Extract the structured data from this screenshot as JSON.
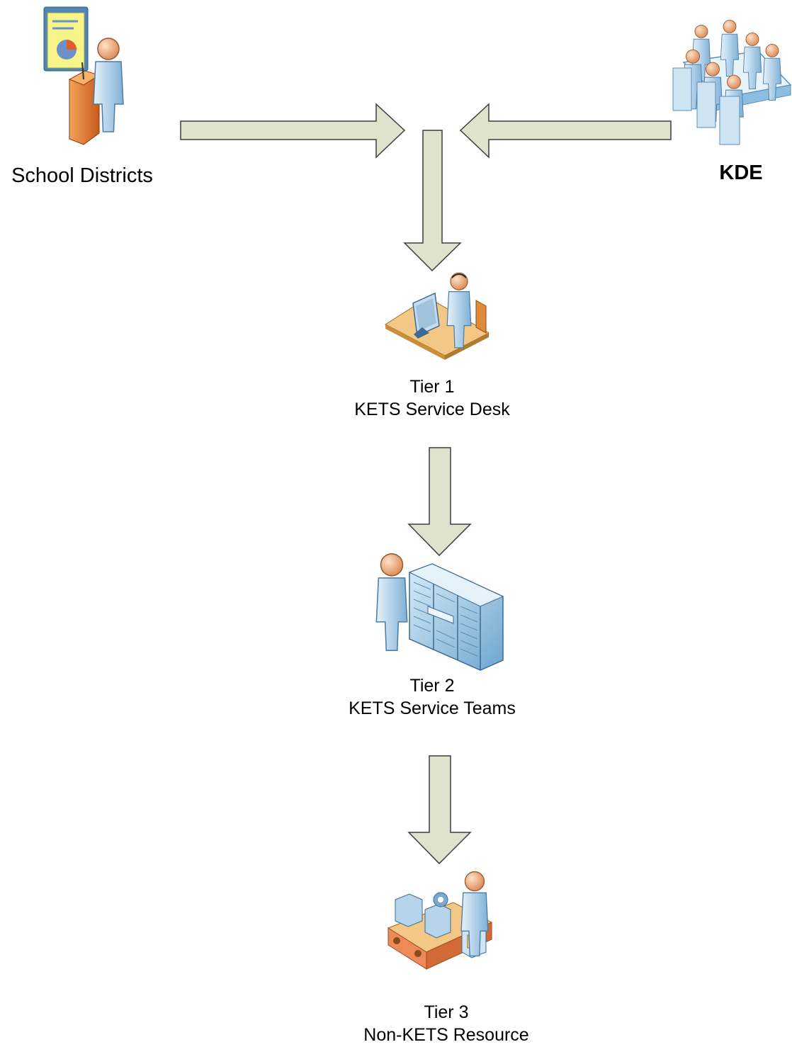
{
  "nodes": {
    "school_districts": {
      "label": "School Districts"
    },
    "kde": {
      "label": "KDE"
    },
    "tier1": {
      "title": "Tier 1",
      "subtitle": "KETS Service Desk"
    },
    "tier2": {
      "title": "Tier 2",
      "subtitle": "KETS Service Teams"
    },
    "tier3": {
      "title": "Tier 3",
      "subtitle": "Non-KETS Resource"
    }
  },
  "colors": {
    "arrow_fill": "#dfe2cd",
    "arrow_stroke": "#3d3d3d",
    "person_body": "#b7d5ea",
    "person_head": "#f3b48a",
    "podium": "#e07a2c",
    "server": "#9ccbe4",
    "desk": "#f3c886",
    "conveyor": "#ee8a58"
  },
  "icons": {
    "school_districts": "presenter-at-podium-icon",
    "kde": "meeting-table-group-icon",
    "tier1": "help-desk-operator-icon",
    "tier2": "server-rack-technician-icon",
    "tier3": "assembly-line-worker-icon"
  }
}
